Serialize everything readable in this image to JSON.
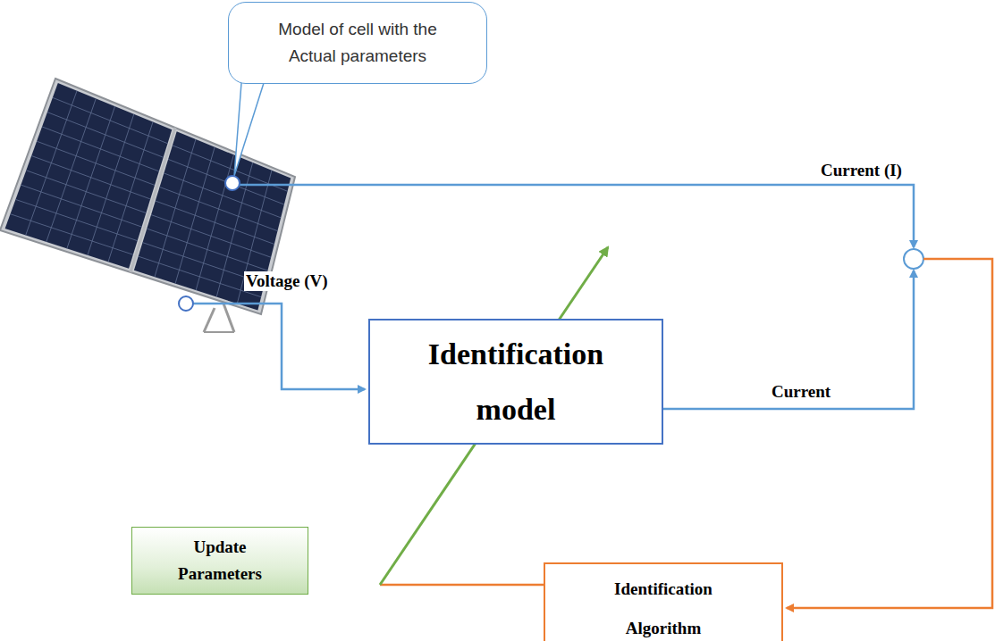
{
  "diagram": {
    "nodes": [
      {
        "text": [
          "Model of cell with the Actual parameters"
        ]
      },
      {
        "text": [
          "Identification model"
        ]
      },
      {
        "text": [
          "Update Parameters"
        ]
      },
      {
        "text": [
          "Identification Algorithm"
        ]
      }
    ],
    "labels": [
      "Current (I)",
      "Voltage (V)",
      "Current"
    ]
  }
}
